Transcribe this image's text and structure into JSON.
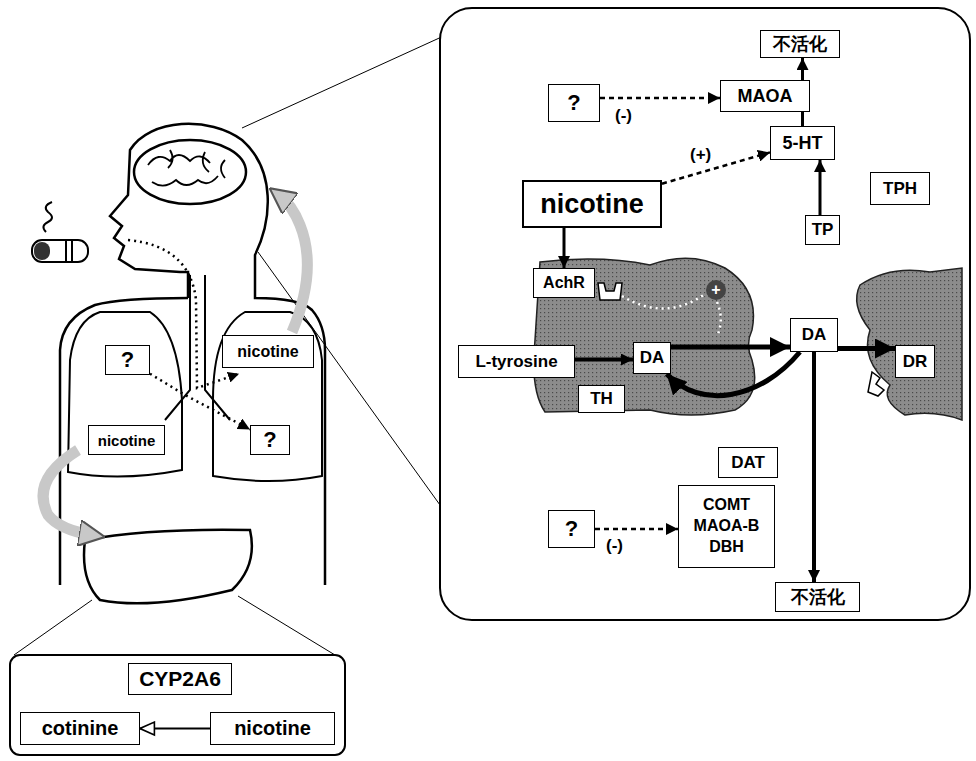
{
  "diagram": {
    "nodes": [
      {
        "text": [
          "?"
        ]
      },
      {
        "text": [
          "nicotine"
        ]
      },
      {
        "text": [
          "nicotine"
        ]
      },
      {
        "text": [
          "?"
        ]
      },
      {
        "text": [
          "CYP2A6"
        ]
      },
      {
        "text": [
          "cotinine"
        ]
      },
      {
        "text": [
          "nicotine"
        ]
      },
      {
        "text": [
          "不活化"
        ]
      },
      {
        "text": [
          "?"
        ]
      },
      {
        "text": [
          "MAOA"
        ]
      },
      {
        "text": [
          "5-HT"
        ]
      },
      {
        "text": [
          "nicotine"
        ]
      },
      {
        "text": [
          "TPH"
        ]
      },
      {
        "text": [
          "TP"
        ]
      },
      {
        "text": [
          "AchR"
        ]
      },
      {
        "text": [
          "L-tyrosine"
        ]
      },
      {
        "text": [
          "DA"
        ]
      },
      {
        "text": [
          "DA"
        ]
      },
      {
        "text": [
          "DR"
        ]
      },
      {
        "text": [
          "TH"
        ]
      },
      {
        "text": [
          "DAT"
        ]
      },
      {
        "text": [
          "?"
        ]
      },
      {
        "text": [
          "COMT MAOA-B DBH"
        ]
      },
      {
        "text": [
          "不活化"
        ]
      }
    ],
    "edges": [
      {
        "from": 8,
        "to": 9,
        "label": "(-)",
        "arrow": "to"
      },
      {
        "from": 11,
        "to": 10,
        "label": "(+)",
        "arrow": "to"
      },
      {
        "from": 13,
        "to": 10,
        "arrow": "to"
      },
      {
        "from": 10,
        "to": 7,
        "arrow": "to"
      },
      {
        "from": 11,
        "to": 14,
        "arrow": "to"
      },
      {
        "from": 15,
        "to": 16,
        "arrow": "to"
      },
      {
        "from": 16,
        "to": 17,
        "arrow": "to"
      },
      {
        "from": 17,
        "to": 18,
        "arrow": "to"
      },
      {
        "from": 17,
        "to": 16,
        "arrow": "to"
      },
      {
        "from": 17,
        "to": 23,
        "arrow": "to"
      },
      {
        "from": 21,
        "to": 22,
        "label": "(-)",
        "arrow": "to"
      },
      {
        "from": 6,
        "to": 5,
        "arrow": "to"
      },
      {
        "from": 0,
        "to": 3,
        "arrow": "to"
      }
    ],
    "labels": [
      "+"
    ]
  }
}
